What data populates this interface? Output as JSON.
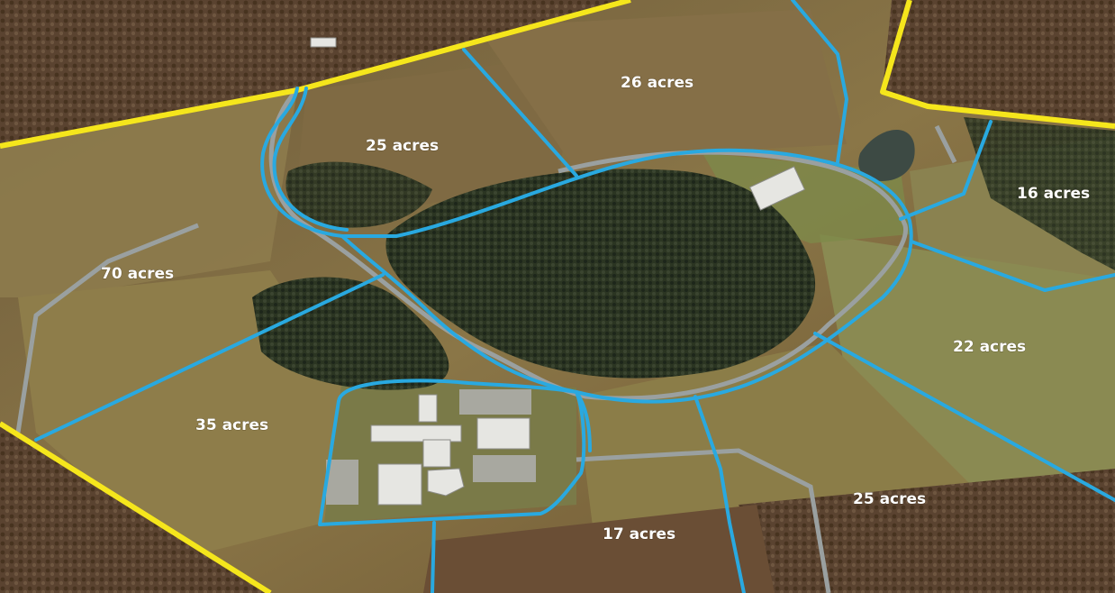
{
  "map": {
    "kind": "aerial photograph with parcel boundaries",
    "colors": {
      "parcel_boundary": "#29a9e0",
      "property_boundary": "#f5e61c",
      "road": "#9aa0a0",
      "field": "#8c7a4a",
      "forest": "#2e3a26"
    },
    "parcels": [
      {
        "label": "26 acres"
      },
      {
        "label": "25 acres"
      },
      {
        "label": "16 acres"
      },
      {
        "label": "70 acres"
      },
      {
        "label": "22 acres"
      },
      {
        "label": "35 acres"
      },
      {
        "label": "25 acres"
      },
      {
        "label": "17 acres"
      }
    ]
  }
}
